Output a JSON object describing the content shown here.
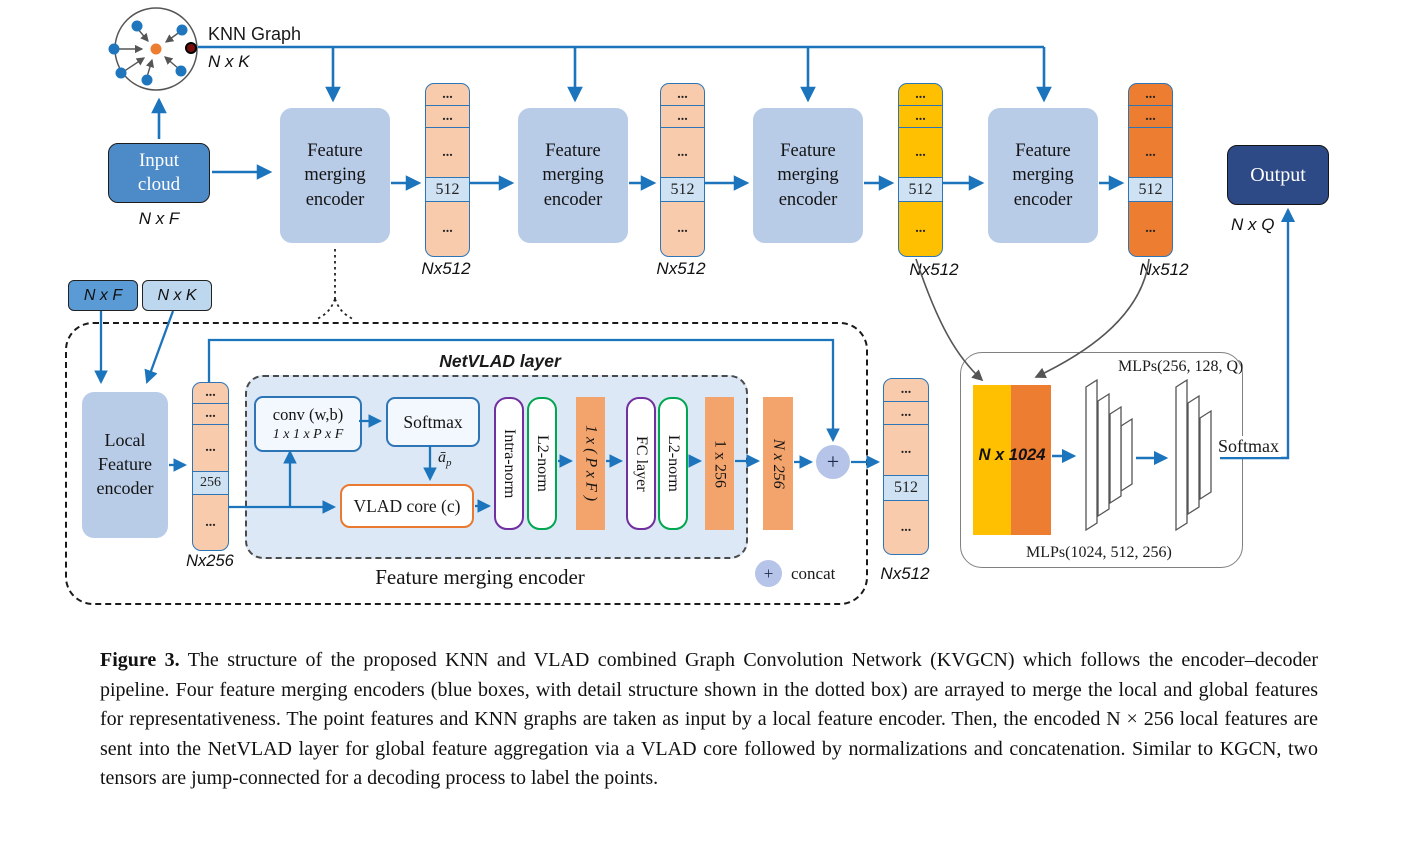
{
  "diagram": {
    "dots": "...",
    "knn": {
      "label": "KNN Graph",
      "dim": "N x K"
    },
    "input": {
      "label": "Input cloud",
      "dim": "N x F"
    },
    "encoders": [
      {
        "label": "Feature merging encoder"
      },
      {
        "label": "Feature merging encoder"
      },
      {
        "label": "Feature merging encoder"
      },
      {
        "label": "Feature merging encoder"
      }
    ],
    "bars": [
      {
        "cell": "512",
        "dim": "Nx512"
      },
      {
        "cell": "512",
        "dim": "Nx512"
      },
      {
        "cell": "512",
        "dim": "Nx512"
      },
      {
        "cell": "512",
        "dim": "Nx512"
      }
    ],
    "output": {
      "label": "Output",
      "dim": "N x Q"
    },
    "detail": {
      "input_f": "N x F",
      "input_k": "N x K",
      "local_encoder": "Local Feature encoder",
      "bar256": {
        "cell": "256",
        "dim": "Nx256"
      },
      "flow_dim": "Nx256",
      "netvlad": {
        "title": "NetVLAD layer",
        "conv_l1": "conv (w,b)",
        "conv_l2": "1 x 1 x P x F",
        "softmax": "Softmax",
        "alpha_base": "ā",
        "alpha_sub": "p",
        "vlad_core": "VLAD core (c)",
        "stages": [
          "Intra-norm",
          "L2-norm",
          "1 x ( P x F )",
          "FC layer",
          "L2-norm",
          "1 x 256"
        ],
        "out_stage": "N x 256"
      },
      "plus_sign": "+",
      "out_bar": {
        "cell": "512",
        "dim": "Nx512"
      },
      "title": "Feature merging encoder",
      "legend_plus": "+",
      "legend_label": "concat"
    },
    "decoder": {
      "tensor": "N x 1024",
      "mlps_top": "MLPs(256, 128, Q)",
      "mlps_bottom": "MLPs(1024, 512, 256)",
      "softmax": "Softmax"
    }
  },
  "caption": {
    "label": "Figure 3.",
    "text": " The structure of the proposed KNN and VLAD combined Graph Convolution Network (KVGCN) which follows the encoder–decoder pipeline. Four feature merging encoders (blue boxes, with detail structure shown in the dotted box) are arrayed to merge the local and global features for representativeness. The point features and KNN graphs are taken as input by a local feature encoder. Then, the encoded N × 256 local features are sent into the NetVLAD layer for global feature aggregation via a VLAD core followed by normalizations and concatenation. Similar to KGCN, two tensors are jump-connected for a decoding process to label the points."
  },
  "colors": {
    "arrow_blue": "#1b74bc",
    "encoder_blue": "#b8cbe7",
    "input_blue": "#4c8ac8",
    "cell_blue": "#cfe2f4",
    "peach": "#f8cbad",
    "yellow": "#fec000",
    "orange": "#ed7d31",
    "navy": "#2e4a86",
    "purple": "#7030a0",
    "green": "#00a650",
    "stage_orange": "#f3a36c"
  }
}
